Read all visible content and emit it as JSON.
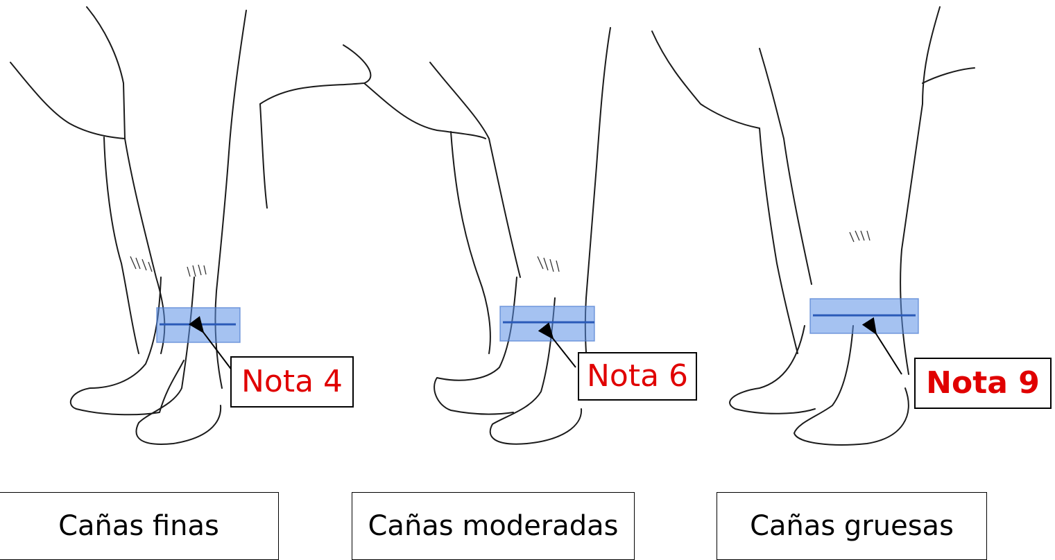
{
  "panels": [
    {
      "note": "Nota 4",
      "caption": "Cañas finas"
    },
    {
      "note": "Nota 6",
      "caption": "Cañas moderadas"
    },
    {
      "note": "Nota 9",
      "caption": "Cañas gruesas"
    }
  ],
  "colors": {
    "note_text": "#e00000",
    "band": "#5b8fe6"
  }
}
